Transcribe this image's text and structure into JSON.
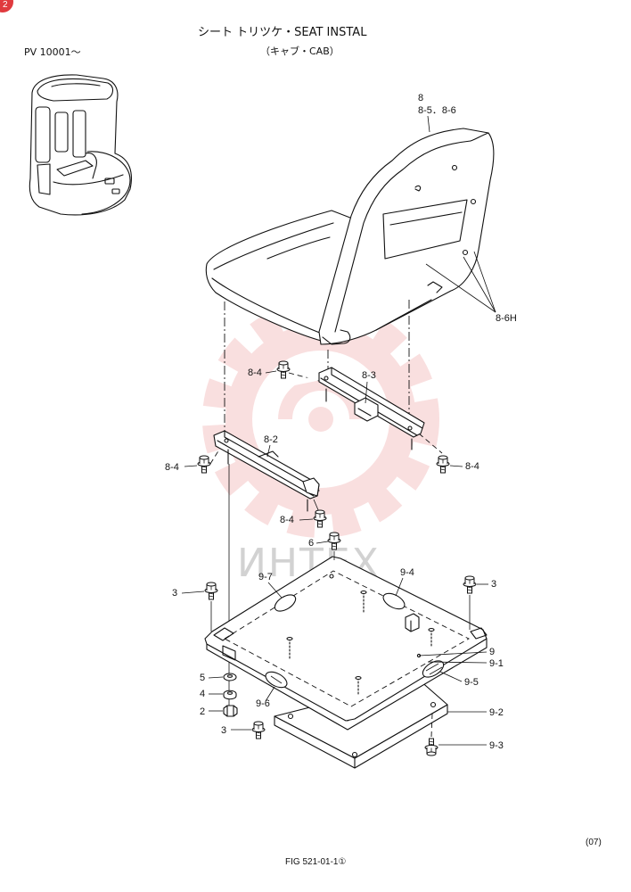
{
  "badge": "2",
  "header": {
    "title": "シート トリツケ・SEAT INSTAL",
    "subtitle": "（キャブ・CAB）",
    "serial": "PV 10001～"
  },
  "watermark": "ИНТЕХ",
  "callouts": [
    "8",
    "8-5．8-6",
    "8-6H",
    "8-4",
    "8-3",
    "8-2",
    "8-4",
    "8-4",
    "8-4",
    "6",
    "9-7",
    "9-4",
    "3",
    "3",
    "9",
    "9-1",
    "9-5",
    "5",
    "4",
    "2",
    "9-6",
    "3",
    "9-2",
    "9-3"
  ],
  "footer": {
    "page": "(07)",
    "figure": "FIG 521-01-1①"
  },
  "colors": {
    "ink": "#111111",
    "watermark": "#f5c6c6",
    "watermark_text": "#d2d2d2",
    "badge": "#e03a3e"
  }
}
